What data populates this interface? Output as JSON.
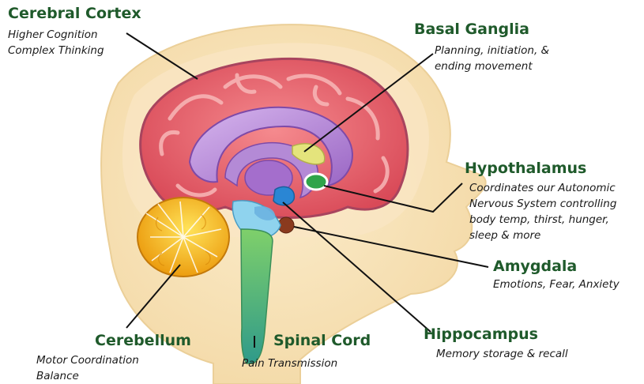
{
  "labels": {
    "cerebral_cortex": {
      "title": "Cerebral Cortex",
      "lines": [
        "Higher Cognition",
        "Complex Thinking"
      ]
    },
    "basal_ganglia": {
      "title": "Basal Ganglia",
      "lines": [
        "Planning, initiation, &",
        "ending movement"
      ]
    },
    "hypothalamus": {
      "title": "Hypothalamus",
      "lines": [
        "Coordinates our Autonomic",
        "Nervous System controlling",
        "body temp, thirst, hunger,",
        "sleep & more"
      ]
    },
    "amygdala": {
      "title": "Amygdala",
      "lines": [
        "Emotions, Fear, Anxiety"
      ]
    },
    "hippocampus": {
      "title": "Hippocampus",
      "lines": [
        "Memory storage & recall"
      ]
    },
    "spinal_cord": {
      "title": "Spinal Cord",
      "lines": [
        "Pain Transmission"
      ]
    },
    "cerebellum": {
      "title": "Cerebellum",
      "lines": [
        "Motor Coordination",
        "Balance"
      ]
    }
  },
  "colors": {
    "title_text": "#1f5a2b",
    "description_text": "#1a1a1a",
    "head_skin": "#f6dfb0",
    "cortex": "#e8606a",
    "cortex_highlight": "#f4a0a0",
    "corpus_callosum": "#b98ad8",
    "basal_ganglia": "#e2e27a",
    "hypothalamus": "#2fa44a",
    "hippocampus": "#2a8ad8",
    "amygdala": "#8a3a1e",
    "cerebellum": "#f2b81a",
    "spinal_cord": "#4ab85a",
    "brainstem": "#7ac8e8",
    "leader_lines": "#111111"
  }
}
